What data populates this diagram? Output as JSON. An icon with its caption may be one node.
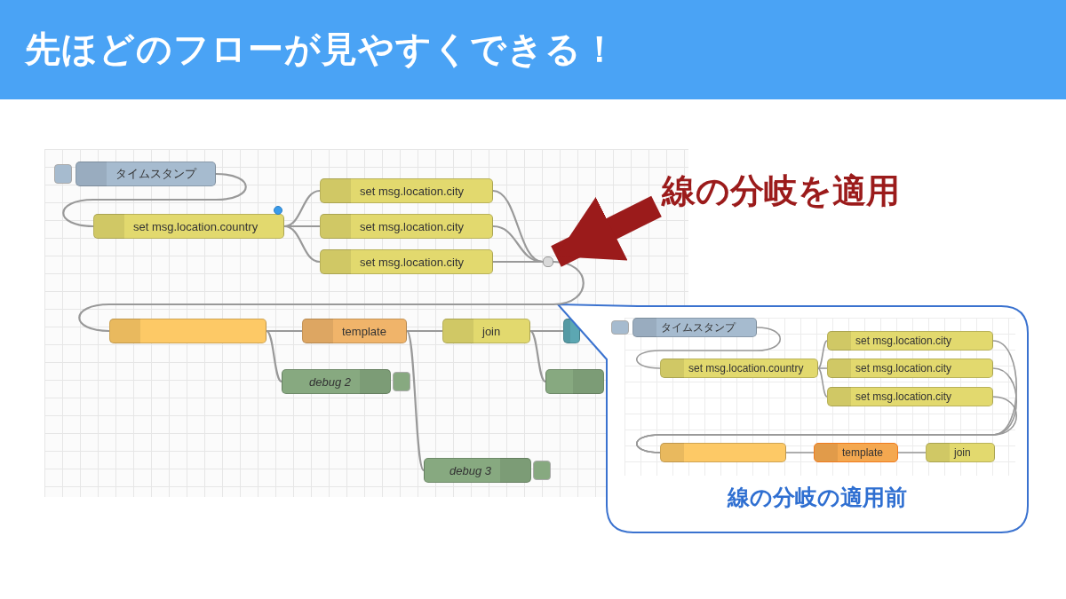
{
  "diagram": {
    "title": "先ほどのフローが見やすくできる！",
    "nodes": [
      {
        "text": [
          "タイムスタンプ"
        ]
      },
      {
        "text": [
          "set msg.location.country"
        ]
      },
      {
        "text": [
          "set msg.location.city"
        ]
      },
      {
        "text": [
          "set msg.location.city"
        ]
      },
      {
        "text": [
          "set msg.location.city"
        ]
      },
      {
        "text": [],
        "shape": "box"
      },
      {
        "text": [],
        "shape": "box"
      },
      {
        "text": [
          "template"
        ]
      },
      {
        "text": [
          "join"
        ]
      },
      {
        "text": [],
        "shape": "box"
      },
      {
        "text": [
          "debug 2"
        ]
      },
      {
        "text": [
          "debug 3"
        ]
      },
      {
        "text": [],
        "shape": "box"
      },
      {
        "text": [
          "線の分岐の適用前"
        ]
      },
      {
        "text": [
          "タイムスタンプ"
        ],
        "in": 13
      },
      {
        "text": [
          "set msg.location.country"
        ],
        "in": 13
      },
      {
        "text": [
          "set msg.location.city"
        ],
        "in": 13
      },
      {
        "text": [
          "set msg.location.city"
        ],
        "in": 13
      },
      {
        "text": [
          "set msg.location.city"
        ],
        "in": 13
      },
      {
        "text": [],
        "shape": "box",
        "in": 13
      },
      {
        "text": [
          "template"
        ],
        "in": 13
      },
      {
        "text": [
          "join"
        ],
        "in": 13
      },
      {
        "text": [
          "線の分岐を適用"
        ]
      }
    ],
    "edges": [
      {
        "from": 0,
        "to": 1,
        "arrow": "none"
      },
      {
        "from": 1,
        "to": 2,
        "arrow": "none"
      },
      {
        "from": 1,
        "to": 3,
        "arrow": "none"
      },
      {
        "from": 1,
        "to": 4,
        "arrow": "none"
      },
      {
        "from": 2,
        "to": 5,
        "arrow": "none"
      },
      {
        "from": 3,
        "to": 5,
        "arrow": "none"
      },
      {
        "from": 4,
        "to": 5,
        "arrow": "none"
      },
      {
        "from": 5,
        "to": 6,
        "arrow": "none"
      },
      {
        "from": 6,
        "to": 7,
        "arrow": "none"
      },
      {
        "from": 6,
        "to": 10,
        "arrow": "none"
      },
      {
        "from": 7,
        "to": 8,
        "arrow": "none"
      },
      {
        "from": 7,
        "to": 11,
        "arrow": "none"
      },
      {
        "from": 8,
        "to": 9,
        "arrow": "none"
      },
      {
        "from": 8,
        "to": 12,
        "arrow": "none"
      },
      {
        "from": 14,
        "to": 15,
        "arrow": "none"
      },
      {
        "from": 15,
        "to": 16,
        "arrow": "none"
      },
      {
        "from": 15,
        "to": 17,
        "arrow": "none"
      },
      {
        "from": 15,
        "to": 18,
        "arrow": "none"
      },
      {
        "from": 16,
        "to": 19,
        "arrow": "none"
      },
      {
        "from": 17,
        "to": 19,
        "arrow": "none"
      },
      {
        "from": 18,
        "to": 19,
        "arrow": "none"
      },
      {
        "from": 19,
        "to": 20,
        "arrow": "none"
      },
      {
        "from": 20,
        "to": 21,
        "arrow": "none"
      },
      {
        "from": 22,
        "to": 5,
        "arrow": "to",
        "style": "thick",
        "color": "#9b1b1b"
      }
    ]
  }
}
